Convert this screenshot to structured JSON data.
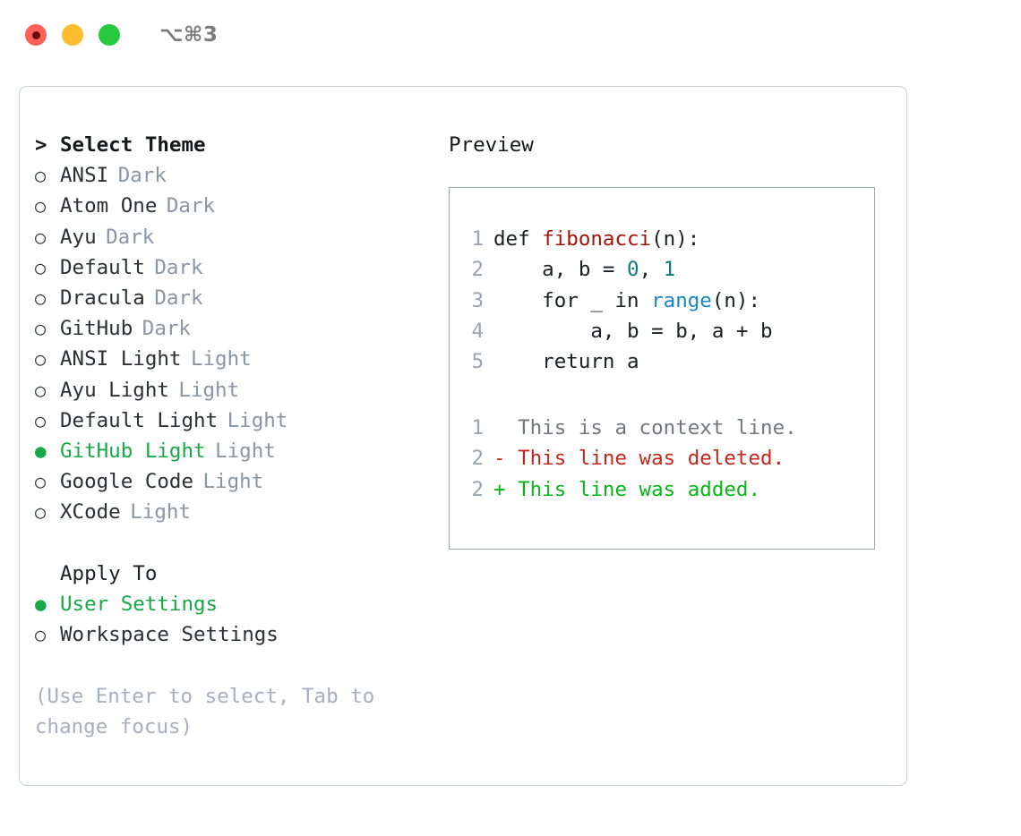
{
  "titlebar": {
    "shortcut": "⌥⌘3",
    "dots": [
      "close-dot",
      "minimize-dot",
      "maximize-dot"
    ]
  },
  "theme_picker": {
    "header": "Select Theme",
    "prompt": ">",
    "marker_selected": "●",
    "marker_unselected": "○",
    "items": [
      {
        "name": "ANSI",
        "badge": "Dark",
        "selected": false
      },
      {
        "name": "Atom One",
        "badge": "Dark",
        "selected": false
      },
      {
        "name": "Ayu",
        "badge": "Dark",
        "selected": false
      },
      {
        "name": "Default",
        "badge": "Dark",
        "selected": false
      },
      {
        "name": "Dracula",
        "badge": "Dark",
        "selected": false
      },
      {
        "name": "GitHub",
        "badge": "Dark",
        "selected": false
      },
      {
        "name": "ANSI Light",
        "badge": "Light",
        "selected": false
      },
      {
        "name": "Ayu Light",
        "badge": "Light",
        "selected": false
      },
      {
        "name": "Default Light",
        "badge": "Light",
        "selected": false
      },
      {
        "name": "GitHub Light",
        "badge": "Light",
        "selected": true
      },
      {
        "name": "Google Code",
        "badge": "Light",
        "selected": false
      },
      {
        "name": "XCode",
        "badge": "Light",
        "selected": false
      }
    ]
  },
  "apply_to": {
    "label": "Apply To",
    "options": [
      {
        "name": "User Settings",
        "selected": true
      },
      {
        "name": "Workspace Settings",
        "selected": false
      }
    ]
  },
  "hint": "(Use Enter to select, Tab to change focus)",
  "preview": {
    "title": "Preview",
    "code_lines": [
      {
        "no": "1",
        "segments": [
          {
            "t": "def ",
            "c": "plain"
          },
          {
            "t": "fibonacci",
            "c": "fn"
          },
          {
            "t": "(n):",
            "c": "plain"
          }
        ]
      },
      {
        "no": "2",
        "segments": [
          {
            "t": "    a, b = ",
            "c": "plain"
          },
          {
            "t": "0",
            "c": "num"
          },
          {
            "t": ", ",
            "c": "plain"
          },
          {
            "t": "1",
            "c": "num"
          }
        ]
      },
      {
        "no": "3",
        "segments": [
          {
            "t": "    for _ in ",
            "c": "plain"
          },
          {
            "t": "range",
            "c": "builtin"
          },
          {
            "t": "(n):",
            "c": "plain"
          }
        ]
      },
      {
        "no": "4",
        "segments": [
          {
            "t": "        a, b = b, a + b",
            "c": "plain"
          }
        ]
      },
      {
        "no": "5",
        "segments": [
          {
            "t": "    return a",
            "c": "plain"
          }
        ]
      }
    ],
    "diff_lines": [
      {
        "no": "1",
        "prefix": "  ",
        "text": "This is a context line.",
        "kind": "context"
      },
      {
        "no": "2",
        "prefix": "- ",
        "text": "This line was deleted.",
        "kind": "del"
      },
      {
        "no": "2",
        "prefix": "+ ",
        "text": "This line was added.",
        "kind": "add"
      }
    ]
  },
  "colors": {
    "selected_green": "#17a948",
    "badge_gray": "#8b96a5",
    "hint_gray": "#a7b0bd",
    "diff_del_red": "#c4261d",
    "diff_add_green": "#08b617",
    "function_red": "#a01508",
    "number_teal": "#0b7c78",
    "builtin_blue": "#1589c4",
    "lineno_gray": "#9aa5b1",
    "panel_border": "#c9ced8",
    "preview_border": "#9aa8b8"
  }
}
